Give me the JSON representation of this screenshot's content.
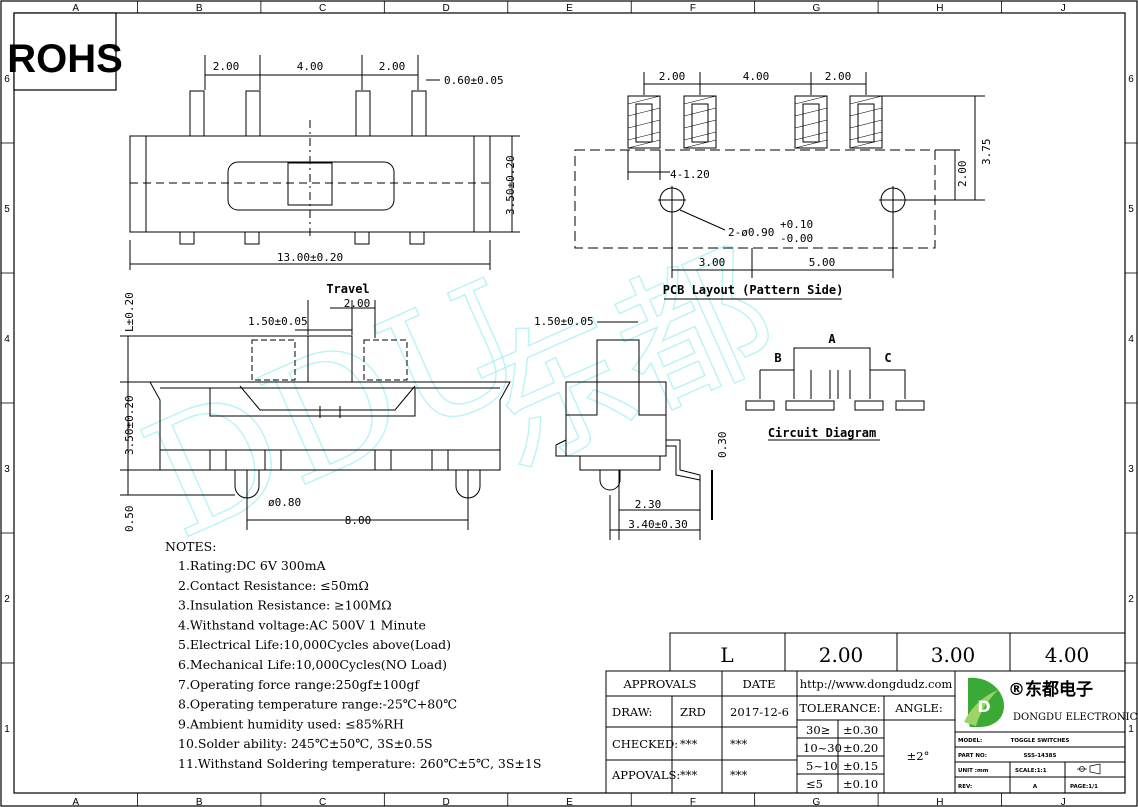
{
  "rohs_label": "ROHS",
  "grid": {
    "columns": [
      "A",
      "B",
      "C",
      "D",
      "E",
      "F",
      "G",
      "H",
      "J"
    ],
    "rows": [
      "6",
      "5",
      "4",
      "3",
      "2",
      "1"
    ]
  },
  "watermark": {
    "latin": "DDU",
    "chinese": "东都"
  },
  "top_view": {
    "dims": [
      "2.00",
      "4.00",
      "2.00",
      "0.60±0.05",
      "3.50±0.20",
      "13.00±0.20"
    ]
  },
  "pcb_layout": {
    "title": "PCB Layout (Pattern Side)",
    "dims": [
      "2.00",
      "4.00",
      "2.00",
      "3.75",
      "2.00",
      "4-1.20",
      "2-ø0.90",
      "+0.10",
      "-0.00",
      "3.00",
      "5.00"
    ]
  },
  "front_view": {
    "travel_label": "Travel",
    "dims": [
      "2.00",
      "1.50±0.05",
      "L±0.20",
      "3.50±0.20",
      "0.50",
      "ø0.80",
      "8.00"
    ]
  },
  "side_view": {
    "dims": [
      "1.50±0.05",
      "0.30",
      "2.30",
      "3.40±0.30"
    ]
  },
  "circuit": {
    "title": "Circuit Diagram",
    "labels": [
      "A",
      "B",
      "C"
    ]
  },
  "notes": {
    "heading": "NOTES:",
    "items": [
      "1.Rating:DC 6V 300mA",
      "2.Contact Resistance: ≤50mΩ",
      "3.Insulation Resistance: ≥100MΩ",
      "4.Withstand voltage:AC 500V 1 Minute",
      "5.Electrical Life:10,000Cycles above(Load)",
      "6.Mechanical Life:10,000Cycles(NO Load)",
      "7.Operating force range:250gf±100gf",
      "8.Operating temperature range:-25℃+80℃",
      "9.Ambient humidity used: ≤85%RH",
      "10.Solder ability: 245℃±50℃, 3S±0.5S",
      "11.Withstand Soldering temperature: 260℃±5℃, 3S±1S"
    ]
  },
  "l_table": {
    "header": "L",
    "values": [
      "2.00",
      "3.00",
      "4.00"
    ]
  },
  "title_block": {
    "approvals_label": "APPROVALS",
    "date_label": "DATE",
    "rows": [
      {
        "label": "DRAW:",
        "name": "ZRD",
        "date": "2017-12-6"
      },
      {
        "label": "CHECKED:",
        "name": "***",
        "date": "***"
      },
      {
        "label": "APPOVALS:",
        "name": "***",
        "date": "***"
      }
    ],
    "website": "http://www.dongdudz.com",
    "tolerance_label": "TOLERANCE:",
    "angle_label": "ANGLE:",
    "angle_value": "±2°",
    "tolerances": [
      {
        "range": "30≥",
        "value": "±0.30"
      },
      {
        "range": "10~30",
        "value": "±0.20"
      },
      {
        "range": "5~10",
        "value": "±0.15"
      },
      {
        "range": "≤5",
        "value": "±0.10"
      }
    ],
    "company_cn": "®东都电子",
    "company_en": "DONGDU ELECTRONICS",
    "model_label": "MODEL:",
    "model_value": "TOGGLE SWITCHES",
    "part_label": "PART NO:",
    "part_value": "SSS-1438S",
    "unit_label": "UNIT :mm",
    "scale_label": "SCALE:1:1",
    "rev_label": "REV:",
    "rev_value": "A",
    "page_label": "PAGE:1/1",
    "colors": {
      "logo_green": "#3aa935",
      "logo_light": "#9ed36a"
    }
  }
}
